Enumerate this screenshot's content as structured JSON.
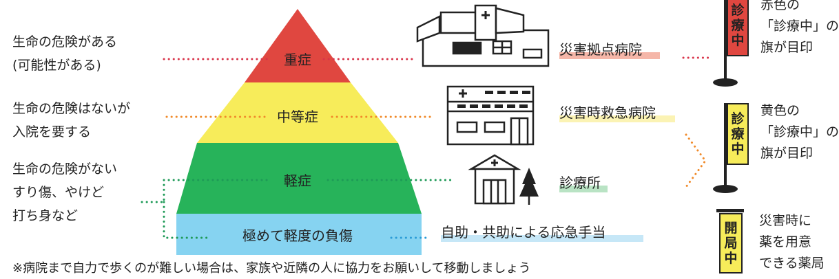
{
  "levels": {
    "severe": "重症",
    "moderate": "中等症",
    "mild": "軽症",
    "minor": "極めて軽度の負傷"
  },
  "descriptions": {
    "severe_l1": "生命の危険がある",
    "severe_l2": "(可能性がある)",
    "moderate_l1": "生命の危険はないが",
    "moderate_l2": "入院を要する",
    "mild_l1": "生命の危険がない",
    "mild_l2": "すり傷、やけど",
    "mild_l3": "打ち身など"
  },
  "facilities": {
    "severe": "災害拠点病院",
    "moderate": "災害時救急病院",
    "mild": "診療所",
    "minor": "自助・共助による応急手当"
  },
  "flags": {
    "red_banner": [
      "診",
      "療",
      "中"
    ],
    "red_l1": "赤色の",
    "red_l2": "「診療中」の",
    "red_l3": "旗が目印",
    "yellow_banner": [
      "診",
      "療",
      "中"
    ],
    "yellow_l1": "黄色の",
    "yellow_l2": "「診療中」の",
    "yellow_l3": "旗が目印",
    "pharmacy_banner": [
      "開",
      "局",
      "中"
    ],
    "pharmacy_l1": "災害時に",
    "pharmacy_l2": "薬を用意",
    "pharmacy_l3": "できる薬局"
  },
  "note": "※病院まで自力で歩くのが難しい場合は、家族や近隣の人に協力をお願いして移動しましょう",
  "colors": {
    "severe": "#e04740",
    "moderate": "#f7ec5a",
    "mild": "#27b35a",
    "minor": "#86d3f1",
    "dot_red": "#d9344a",
    "dot_orange": "#f08a2a",
    "dot_green": "#1e9a57",
    "dot_blue": "#2a9bd6"
  }
}
